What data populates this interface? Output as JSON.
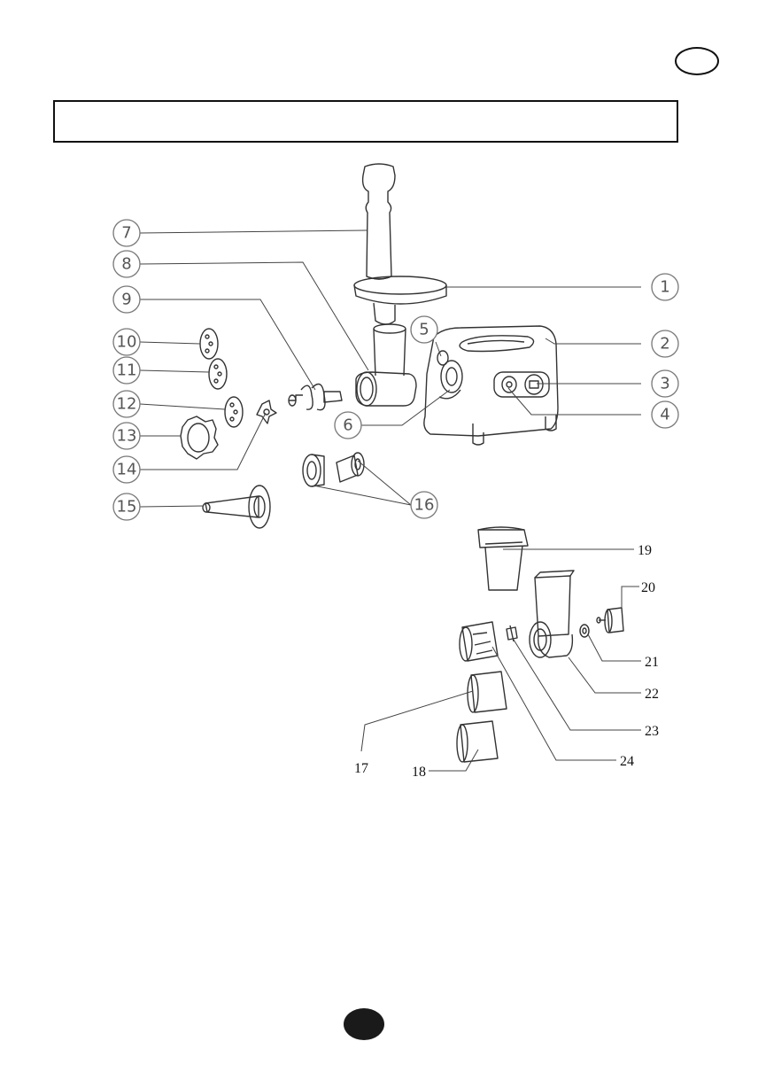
{
  "callouts_circled": [
    {
      "id": "c1",
      "label": "1"
    },
    {
      "id": "c2",
      "label": "2"
    },
    {
      "id": "c3",
      "label": "3"
    },
    {
      "id": "c4",
      "label": "4"
    },
    {
      "id": "c5",
      "label": "5"
    },
    {
      "id": "c6",
      "label": "6"
    },
    {
      "id": "c7",
      "label": "7"
    },
    {
      "id": "c8",
      "label": "8"
    },
    {
      "id": "c9",
      "label": "9"
    },
    {
      "id": "c10",
      "label": "10"
    },
    {
      "id": "c11",
      "label": "11"
    },
    {
      "id": "c12",
      "label": "12"
    },
    {
      "id": "c13",
      "label": "13"
    },
    {
      "id": "c14",
      "label": "14"
    },
    {
      "id": "c15",
      "label": "15"
    },
    {
      "id": "c16",
      "label": "16"
    }
  ],
  "callouts_plain": [
    {
      "id": "p17",
      "label": "17"
    },
    {
      "id": "p18",
      "label": "18"
    },
    {
      "id": "p19",
      "label": "19"
    },
    {
      "id": "p20",
      "label": "20"
    },
    {
      "id": "p21",
      "label": "21"
    },
    {
      "id": "p22",
      "label": "22"
    },
    {
      "id": "p23",
      "label": "23"
    },
    {
      "id": "p24",
      "label": "24"
    }
  ]
}
